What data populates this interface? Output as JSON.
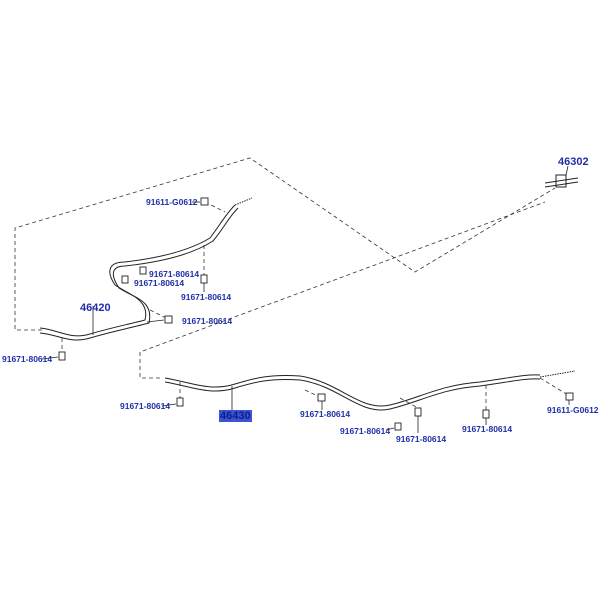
{
  "diagram": {
    "colors": {
      "label": "#1f2fa8",
      "highlight": "#3c52d8",
      "line": "#222222"
    },
    "assemblies": [
      {
        "part": "46302"
      },
      {
        "part": "46420"
      },
      {
        "part": "46430",
        "highlighted": true
      }
    ],
    "fasteners": [
      {
        "part": "91611-G0612"
      },
      {
        "part": "91671-80614"
      },
      {
        "part": "91671-80614"
      },
      {
        "part": "91671-80614"
      },
      {
        "part": "91671-80614"
      },
      {
        "part": "91671-80614"
      },
      {
        "part": "91671-80614"
      },
      {
        "part": "91671-80614"
      },
      {
        "part": "91671-80614"
      },
      {
        "part": "91671-80614"
      },
      {
        "part": "91671-80614"
      },
      {
        "part": "91611-G0612"
      }
    ]
  }
}
